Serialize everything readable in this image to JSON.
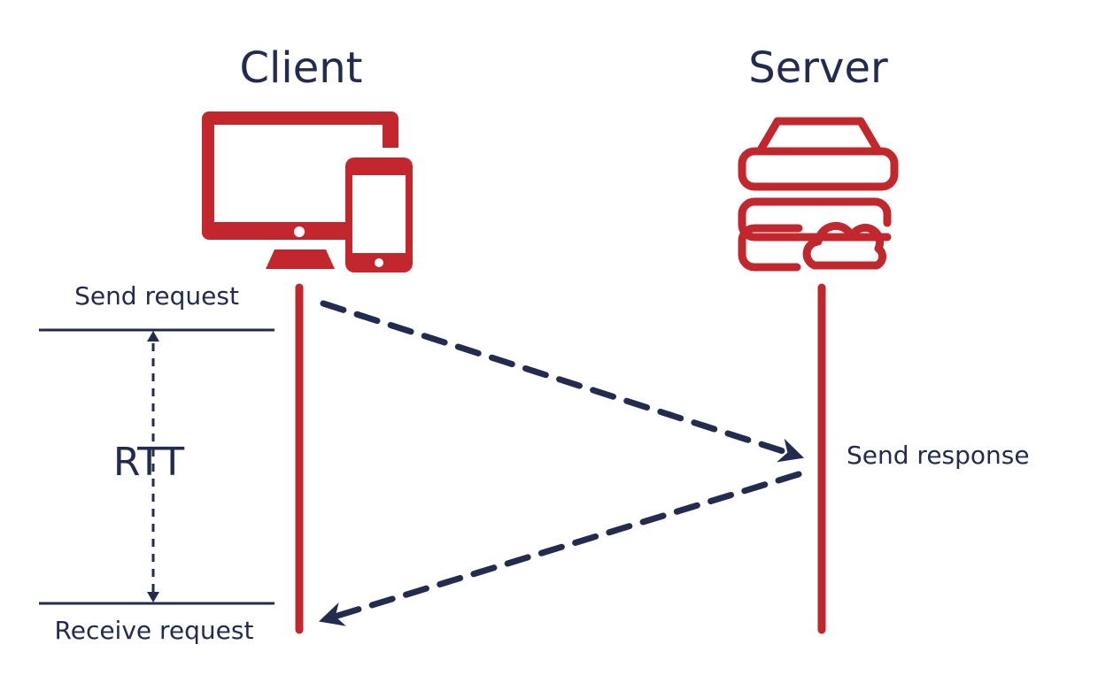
{
  "diagram": {
    "client_title": "Client",
    "server_title": "Server",
    "client_icon": "desktop-and-phone-icon",
    "server_icon": "server-cloud-icon",
    "labels": {
      "send_request": "Send request",
      "send_response": "Send response",
      "receive_request": "Receive request",
      "rtt": "RTT"
    },
    "colors": {
      "accent": "#c1272d",
      "ink": "#232b4e"
    }
  }
}
